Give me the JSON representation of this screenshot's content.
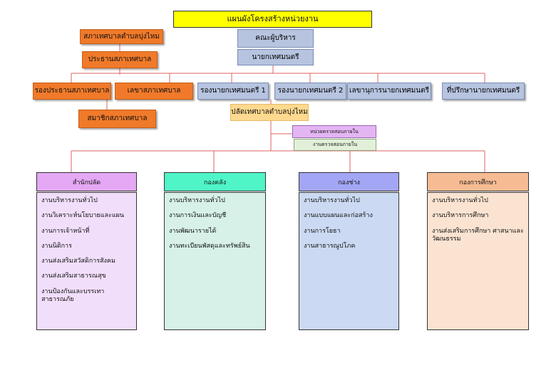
{
  "title": "แผนผังโครงสร้างหน่วยงาน",
  "executive": {
    "board": "คณะผู้บริหาร",
    "mayor": "นายกเทศมนตรี",
    "deputy1": "รองนายกเทศมนตรี 1",
    "deputy2": "รองนายกเทศมนตรี 2",
    "secretary": "เลขานุการนายกเทศมนตรี",
    "advisor": "ที่ปรึกษานายกเทศมนตรี",
    "clerk": "ปลัดเทศบาลตำบลบุ่งไหม"
  },
  "council": {
    "name": "สภาเทศบาลตำบลบุ่งไหม",
    "chair": "ประธานสภาเทศบาล",
    "vice_chair": "รองประธานสภาเทศบาล",
    "secretary": "เลขาสภาเทศบาล",
    "members": "สมาชิกสภาเทศบาล"
  },
  "audit": {
    "unit": "หน่วยตรวจสอบภายใน",
    "work": "งานตรวจสอบภายใน"
  },
  "departments": [
    {
      "name": "สำนักปลัด",
      "items": [
        "งานบริหารงานทั่วไป",
        "งานวิเคราะห์นโยบายและแผน",
        "งานการเจ้าหน้าที่",
        "งานนิติการ",
        "งานส่งเสริมสวัสดิการสังคม",
        "งานส่งเสริมสาธารณสุข",
        "งานป้องกันและบรรเทาสาธารณภัย"
      ]
    },
    {
      "name": "กองคลัง",
      "items": [
        "งานบริหารงานทั่วไป",
        "งานการเงินและบัญชี",
        "งานพัฒนารายได้",
        "งานทะเบียนพัสดุและทรัพย์สิน"
      ]
    },
    {
      "name": "กองช่าง",
      "items": [
        "งานบริหารงานทั่วไป",
        "งานแบบแผนและก่อสร้าง",
        "งานการโยธา",
        "งานสาธารณูปโภค"
      ]
    },
    {
      "name": "กองการศึกษา",
      "items": [
        "งานบริหารงานทั่วไป",
        "งานบริหารการศึกษา",
        "งานส่งเสริมการศึกษา ศาสนาและวัฒนธรรม"
      ]
    }
  ],
  "colors": {
    "line": "#e06060",
    "dept_head": [
      "#e4a8f4",
      "#4ff5c6",
      "#a3a6f4",
      "#f6bb93"
    ],
    "dept_body": [
      "#f1defa",
      "#d7f1e8",
      "#cbd9f2",
      "#fae3d1"
    ]
  }
}
